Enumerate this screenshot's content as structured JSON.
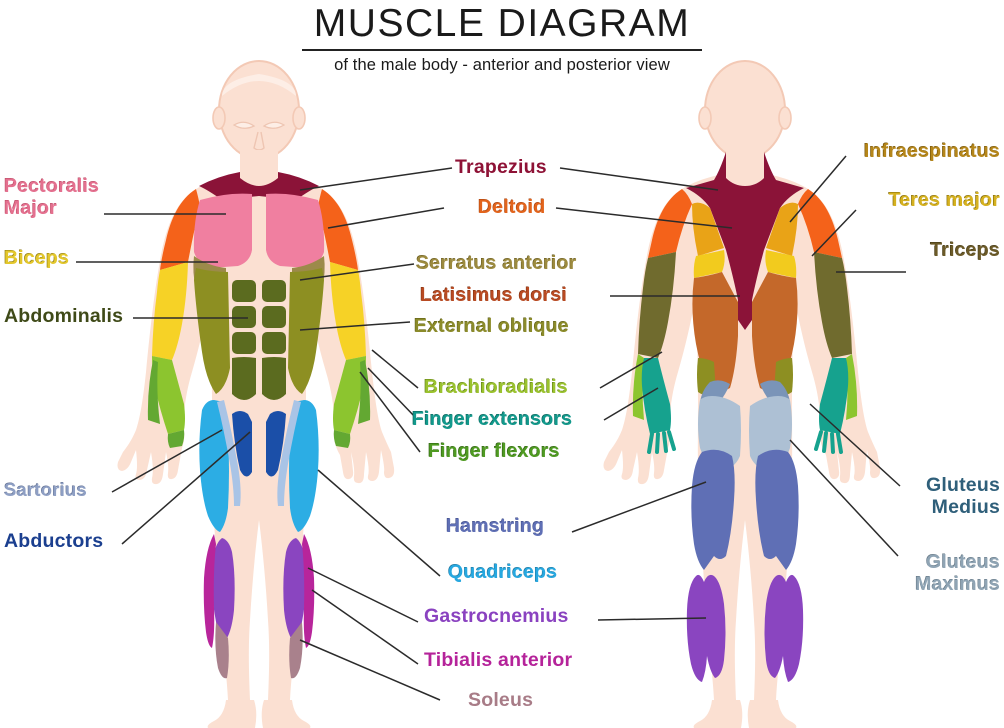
{
  "header": {
    "title": "MUSCLE DIAGRAM",
    "subtitle": "of the male body - anterior and posterior view"
  },
  "labels": {
    "pectoralis_major": "Pectoralis\nMajor",
    "pectoralis_major_l1": "Pectoralis",
    "pectoralis_major_l2": "Major",
    "biceps": "Biceps",
    "abdominalis": "Abdominalis",
    "sartorius": "Sartorius",
    "abductors": "Abductors",
    "trapezius": "Trapezius",
    "deltoid": "Deltoid",
    "serratus_anterior": "Serratus anterior",
    "latisimus_dorsi": "Latisimus dorsi",
    "external_oblique": "External oblique",
    "brachioradialis": "Brachioradialis",
    "finger_extensors": "Finger extensors",
    "finger_flexors": "Finger flexors",
    "hamstring": "Hamstring",
    "quadriceps": "Quadriceps",
    "gastrocnemius": "Gastrocnemius",
    "tibialis_anterior": "Tibialis anterior",
    "soleus": "Soleus",
    "infraespinatus": "Infraespinatus",
    "teres_major": "Teres major",
    "triceps": "Triceps",
    "gluteus_medius_l1": "Gluteus",
    "gluteus_medius_l2": "Medius",
    "gluteus_maximus_l1": "Gluteus",
    "gluteus_maximus_l2": "Maximus"
  },
  "label_colors": {
    "pectoralis_major": "#e4708f",
    "biceps": "#e3c72c",
    "abdominalis": "#3f4a18",
    "sartorius": "#8e9fc4",
    "abductors": "#1b3f8f",
    "trapezius": "#8e1236",
    "deltoid": "#e2641c",
    "serratus_anterior": "#9c8a3e",
    "latisimus_dorsi": "#b84a22",
    "external_oblique": "#8b8b2a",
    "brachioradialis": "#9ac22e",
    "finger_extensors": "#12998c",
    "finger_flexors": "#4f9a22",
    "hamstring": "#5f6fb5",
    "quadriceps": "#27a8e0",
    "gastrocnemius": "#8a42c0",
    "tibialis_anterior": "#b5239a",
    "soleus": "#a87c87",
    "infraespinatus": "#b5861a",
    "teres_major": "#d5b11f",
    "triceps": "#6b5a28",
    "gluteus_medius": "#2f5f7a",
    "gluteus_maximus": "#8fa4b4"
  },
  "muscle_colors": {
    "skin": "#fbe0d2",
    "skin_light": "#fdeee6",
    "skin_outline": "#f3c9b5",
    "trapezius": "#8b1338",
    "deltoid": "#f4621a",
    "pectoralis_major": "#f07fa0",
    "biceps": "#f6d226",
    "serratus_anterior": "#9c8a4a",
    "external_oblique": "#8d8f22",
    "abdominalis": "#5b6b1f",
    "brachioradialis": "#8cc52f",
    "finger_flexors": "#63a832",
    "finger_extensors": "#16a28e",
    "quadriceps": "#2cade4",
    "abductors": "#1b4fa8",
    "sartorius": "#a9c4e6",
    "gastrocnemius": "#8a45c0",
    "tibialis_anterior": "#b8259b",
    "soleus": "#a9818c",
    "infraespinatus": "#e9a317",
    "teres_major": "#f2cb1e",
    "triceps": "#706b2e",
    "latisimus_dorsi": "#c4682a",
    "gluteus_maximus": "#adc0d4",
    "gluteus_medius": "#7a94b8",
    "hamstring": "#5f6fb5"
  }
}
